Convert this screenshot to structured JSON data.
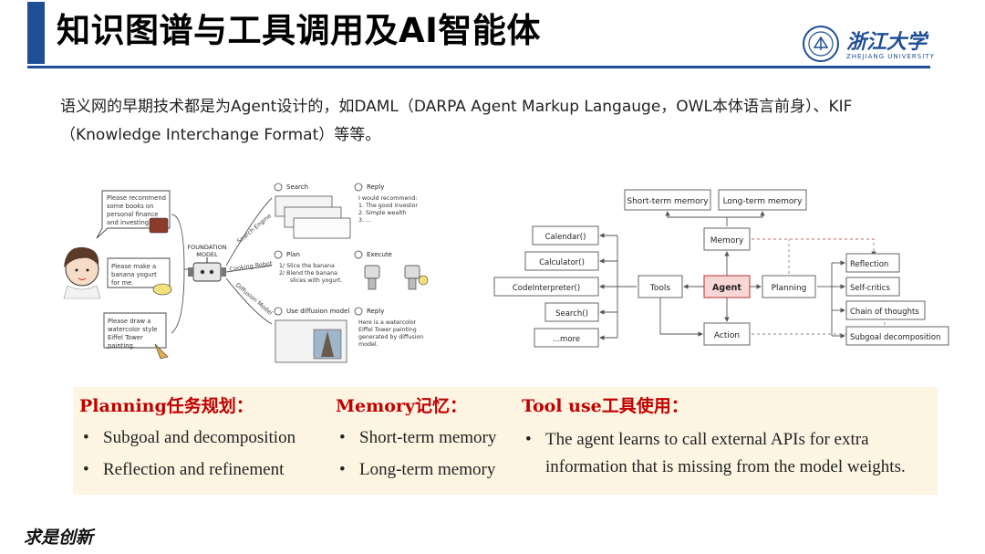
{
  "header": {
    "title": "知识图谱与工具调用及AI智能体",
    "logo_name": "浙江大学",
    "logo_subtitle": "ZHEJIANG UNIVERSITY"
  },
  "intro": {
    "text": "语义网的早期技术都是为Agent设计的，如DAML（DARPA Agent Markup Langauge，OWL本体语言前身）、KIF（Knowledge Interchange Format）等等。"
  },
  "left_figure": {
    "prompts": [
      "Please recommend some books on personal finance and investing",
      "Please make a banana yogurt for me.",
      "Please draw a watercolor style Eiffel Tower painting."
    ],
    "model_label": [
      "FOUNDATION",
      "MODEL"
    ],
    "branches": [
      "Search Engine",
      "Cooking Robot",
      "Diffusion Model"
    ],
    "search_title": "Search",
    "reply_title": "Reply",
    "reply_lines": [
      "I would recommend:",
      "1. The good investor",
      "2. Simple wealth",
      "3. ..."
    ],
    "plan_title": "Plan",
    "plan_lines": [
      "1/  Slice the banana",
      "2/  Blend the banana",
      "slices with yogurt."
    ],
    "execute_title": "Execute",
    "diffusion_title": "Use diffusion model",
    "diffusion_reply_lines": [
      "Here is a watercolor",
      "Eiffel Tower painting",
      "generated by diffusion",
      "model."
    ]
  },
  "right_figure": {
    "memory_types": [
      "Short-term memory",
      "Long-term memory"
    ],
    "memory": "Memory",
    "tools": [
      "Calendar()",
      "Calculator()",
      "CodeInterpreter()",
      "Search()",
      "...more"
    ],
    "tools_node": "Tools",
    "agent": "Agent",
    "planning": "Planning",
    "action": "Action",
    "planning_items": [
      "Reflection",
      "Self-critics",
      "Chain of thoughts",
      "Subgoal decomposition"
    ]
  },
  "columns": [
    {
      "heading": "Planning任务规划：",
      "items": [
        "Subgoal and decomposition",
        "Reflection and refinement"
      ]
    },
    {
      "heading": "Memory记忆：",
      "items": [
        "Short-term memory",
        "Long-term memory"
      ]
    },
    {
      "heading": "Tool use工具使用：",
      "items": [
        "The agent learns to call external APIs for extra information that is missing from the model weights."
      ]
    }
  ],
  "footer": {
    "signature": "求是创新"
  },
  "colors": {
    "accent": "#1f4e96",
    "heading_red": "#c00000",
    "panel_bg": "#fdf5e2",
    "agent_fill": "#f8d7d4"
  }
}
